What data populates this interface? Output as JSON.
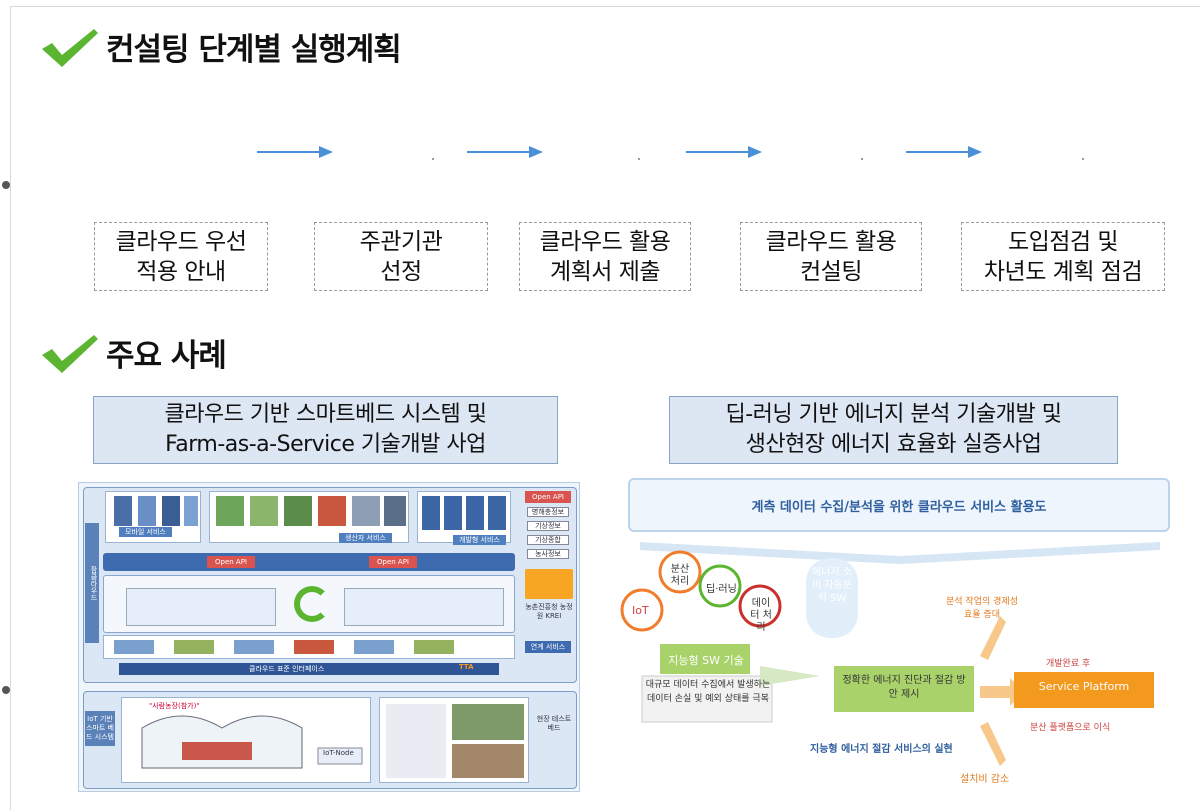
{
  "section1": {
    "title": "컨설팅 단계별 실행계획"
  },
  "steps": [
    {
      "line1": "클라우드 우선",
      "line2": "적용  안내"
    },
    {
      "line1": "주관기관",
      "line2": "선정"
    },
    {
      "line1": "클라우드 활용",
      "line2": "계획서 제출"
    },
    {
      "line1": "클라우드 활용",
      "line2": "컨설팅"
    },
    {
      "line1": "도입점검 및",
      "line2": "차년도 계획 점검"
    }
  ],
  "section2": {
    "title": "주요 사례"
  },
  "cases": [
    {
      "line1": "클라우드 기반 스마트베드 시스템 및",
      "line2": "Farm-as-a-Service 기술개발 사업"
    },
    {
      "line1": "딥-러닝 기반 에너지 분석 기술개발 및",
      "line2": "생산현장 에너지 효율화 실증사업"
    }
  ],
  "left_diagram": {
    "open_api_top": "Open API",
    "info_items": [
      "병해충정보",
      "기상정보",
      "기상종합",
      "농사정보"
    ],
    "mobile_service": "모바일 서비스",
    "producer_service": "생산자 서비스",
    "developer_service": "개발형 서비스",
    "open_api_1": "Open API",
    "open_api_2": "Open API",
    "krei": "농촌진흥청 농정원 KREI",
    "link_service": "연계 서비스",
    "side_label_cloud": "팜클라우드",
    "cloud_std": "클라우드 표준 인터페이스",
    "iot_label": "IoT 기반 스마트 베드 시스템",
    "field_label": "현장 테스트 베드",
    "site_title": "\"사람농장(참가)\"",
    "iot_node": "IoT-Node",
    "tta": "TTA"
  },
  "right_diagram": {
    "banner": "계측 데이터 수집/분석을 위한 클라우드 서비스 활용도",
    "bubbles": [
      "IoT",
      "분산 처리",
      "딥·러닝",
      "데이터 처리"
    ],
    "energy_circle": "에너지 소비 자동분석 SW",
    "sw_tech": "지능형 SW 기술",
    "problem": "대규모 데이터 수집에서 발생하는 데이터 손실 및 예외 상태를 극복",
    "diagnosis": "정확한 에너지 진단과 절감 방안 제시",
    "intelligent": "지능형 에너지 절감 서비스의 실현",
    "econ": "분석 작업의 경제성 효율 증대",
    "cost": "설치비 감소",
    "after_dev": "개발완료 후",
    "platform": "Service Platform",
    "transfer": "분산 플랫폼으로 이식"
  },
  "colors": {
    "arrow": "#4a90d9",
    "check": "#5bb531",
    "case_bg": "#dde6f3",
    "platform": "#f39a1e",
    "green_box": "#a9d26b"
  }
}
